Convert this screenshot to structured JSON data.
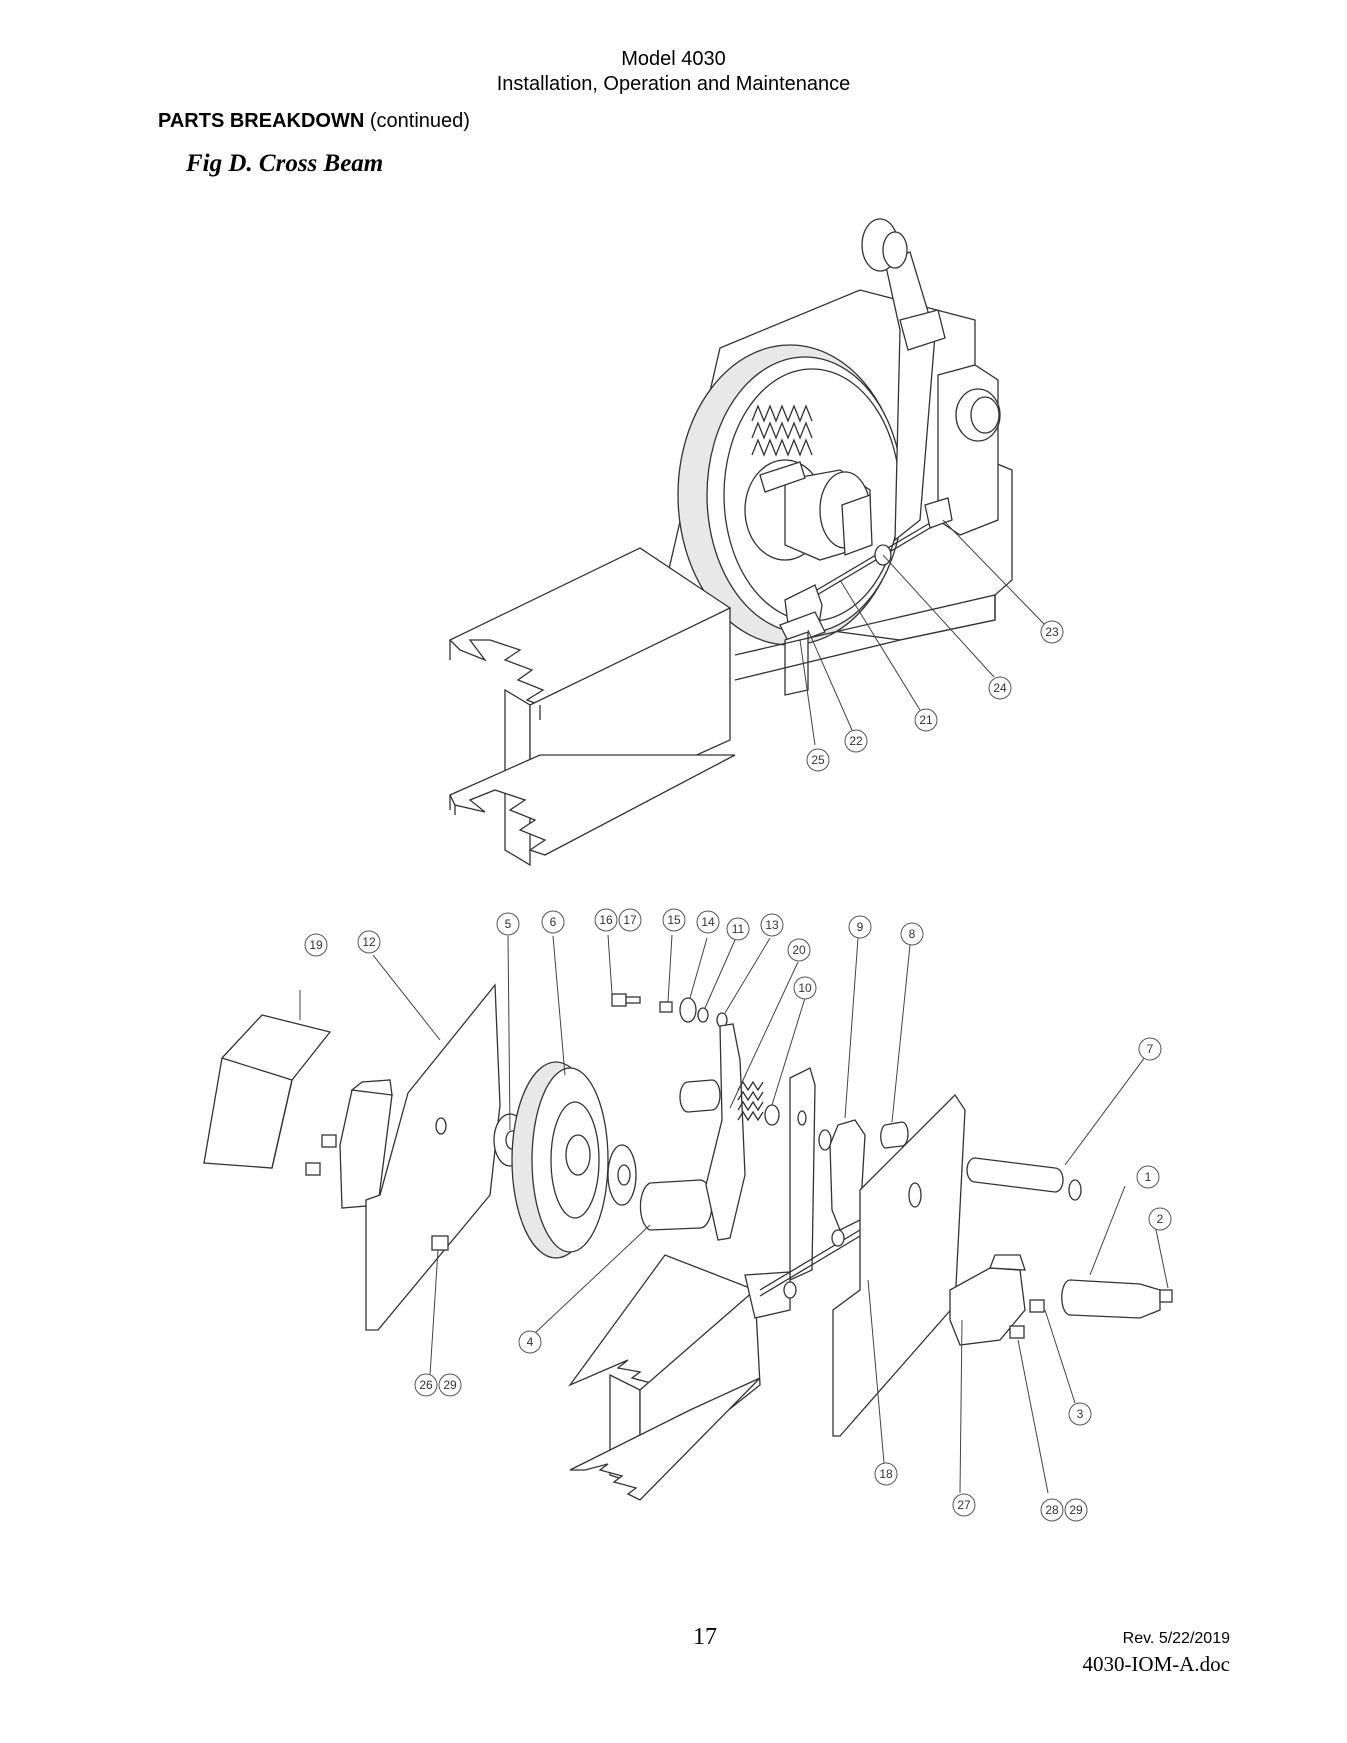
{
  "header": {
    "model": "Model 4030",
    "subtitle": "Installation, Operation and Maintenance"
  },
  "section": {
    "title_bold": "PARTS BREAKDOWN",
    "title_suffix": " (continued)"
  },
  "figure": {
    "title": "Fig D.  Cross Beam",
    "assembly_callouts": [
      "21",
      "22",
      "23",
      "24",
      "25"
    ],
    "exploded_callouts": [
      "1",
      "2",
      "3",
      "4",
      "5",
      "6",
      "7",
      "8",
      "9",
      "10",
      "11",
      "12",
      "13",
      "14",
      "15",
      "16",
      "17",
      "18",
      "19",
      "20",
      "26",
      "27",
      "28",
      "29"
    ]
  },
  "footer": {
    "page_number": "17",
    "revision": "Rev. 5/22/2019",
    "document": "4030-IOM-A.doc"
  }
}
